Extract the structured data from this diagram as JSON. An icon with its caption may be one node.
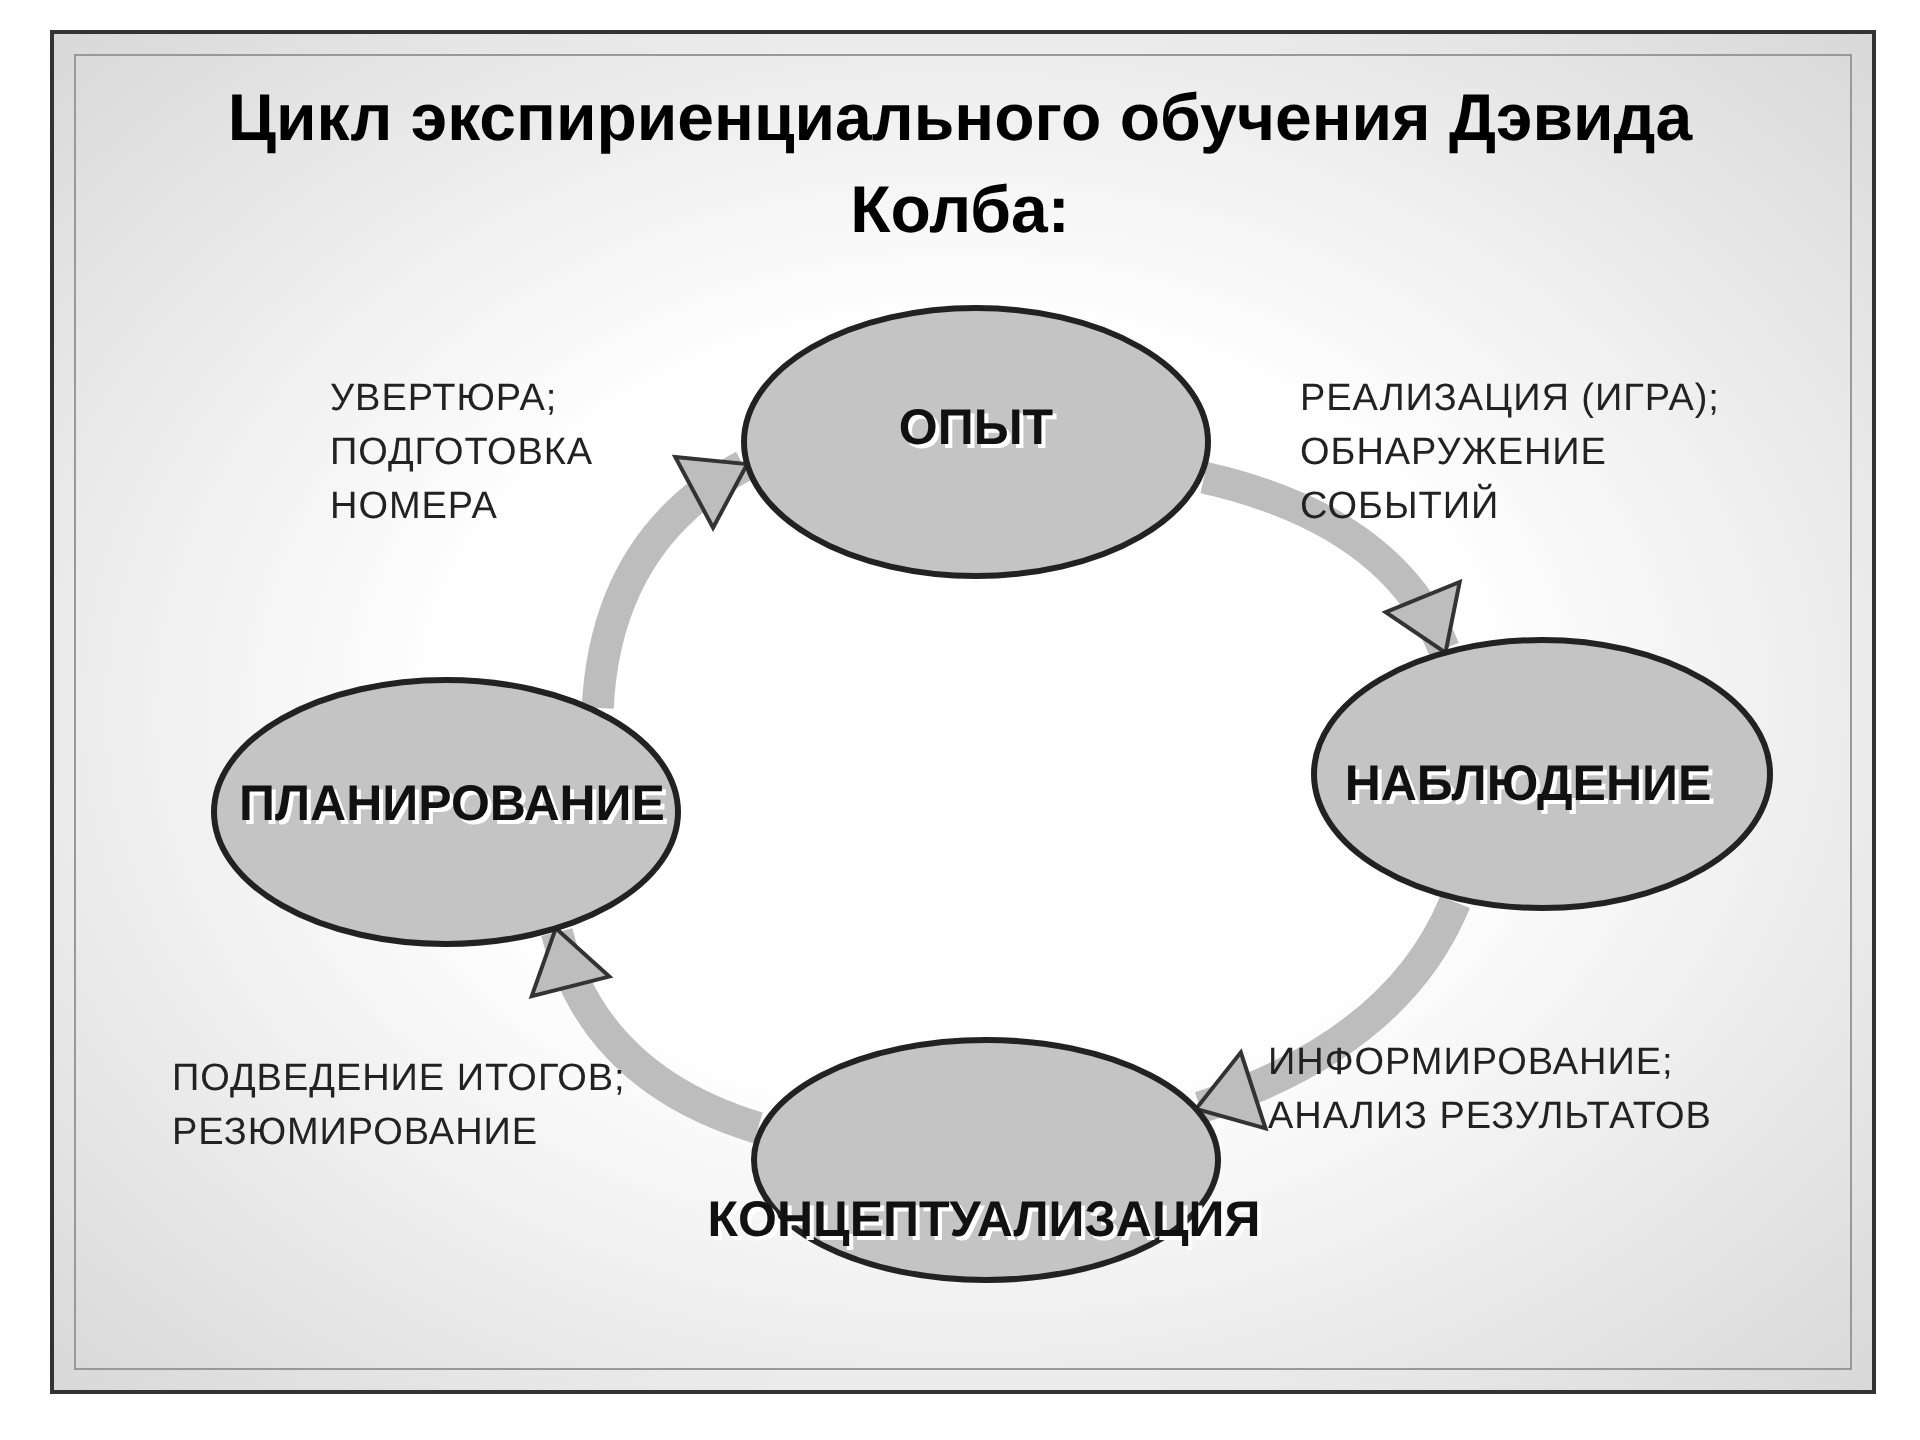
{
  "diagram": {
    "title": "Цикл экспириенциального обучения Дэвида Колба:",
    "nodes": [
      {
        "text": [
          "ОПЫТ"
        ]
      },
      {
        "text": [
          "НАБЛЮДЕНИЕ"
        ]
      },
      {
        "text": [
          "КОНЦЕПТУАЛИЗАЦИЯ"
        ]
      },
      {
        "text": [
          "ПЛАНИРОВАНИЕ"
        ]
      }
    ],
    "edges": [
      {
        "from": 3,
        "to": 0,
        "arrow": "to",
        "label": "УВЕРТЮРА; ПОДГОТОВКА НОМЕРА"
      },
      {
        "from": 0,
        "to": 1,
        "arrow": "to",
        "label": "РЕАЛИЗАЦИЯ (ИГРА); ОБНАРУЖЕНИЕ СОБЫТИЙ"
      },
      {
        "from": 1,
        "to": 2,
        "arrow": "to",
        "label": "ИНФОРМИРОВАНИЕ; АНАЛИЗ РЕЗУЛЬТАТОВ"
      },
      {
        "from": 2,
        "to": 3,
        "arrow": "to",
        "label": "ПОДВЕДЕНИЕ ИТОГОВ; РЕЗЮМИРОВАНИЕ"
      }
    ]
  }
}
